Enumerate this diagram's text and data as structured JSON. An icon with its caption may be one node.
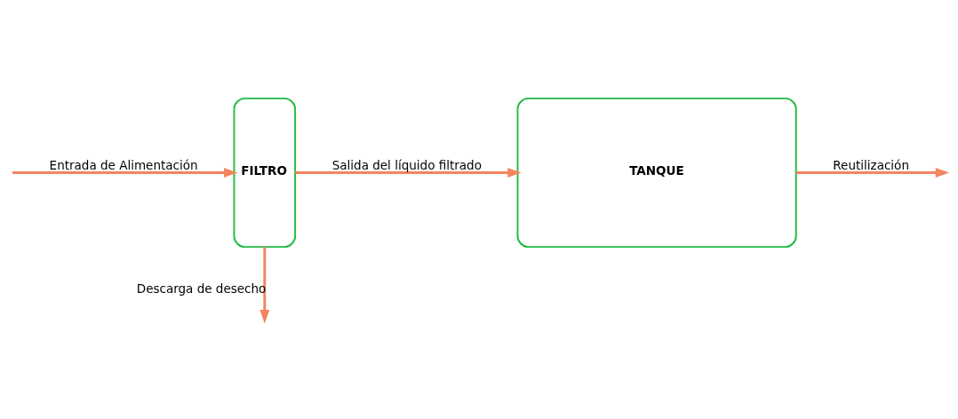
{
  "diagram": {
    "nodes": [
      {
        "text": [
          "FILTRO"
        ]
      },
      {
        "text": [
          "TANQUE"
        ]
      }
    ],
    "edges": [
      {
        "from": null,
        "to": 0,
        "arrow": "to",
        "label": "Entrada de Alimentación"
      },
      {
        "from": 0,
        "to": 1,
        "arrow": "to",
        "label": "Salida del líquido filtrado"
      },
      {
        "from": 0,
        "to": null,
        "arrow": "to",
        "label": "Descarga de desecho"
      },
      {
        "from": 1,
        "to": null,
        "arrow": "to",
        "label": "Reutilización"
      }
    ]
  }
}
